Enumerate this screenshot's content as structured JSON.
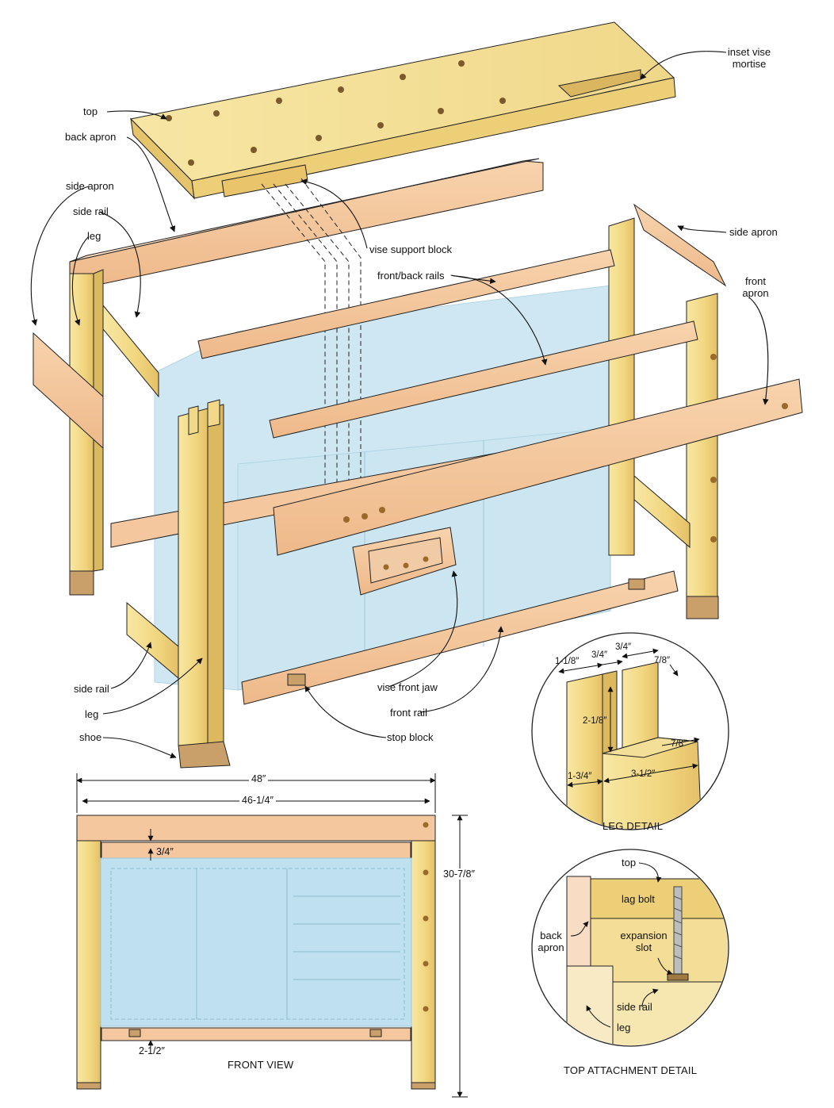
{
  "exploded_view": {
    "labels": {
      "top": "top",
      "back_apron": "back apron",
      "side_apron_left": "side apron",
      "side_rail_left": "side rail",
      "leg_left": "leg",
      "inset_vise_mortise": "inset vise\nmortise",
      "vise_support_block": "vise support block",
      "front_back_rails": "front/back rails",
      "side_apron_right": "side apron",
      "front_apron": "front\napron",
      "side_rail_bottom": "side rail",
      "leg_bottom": "leg",
      "shoe": "shoe",
      "vise_front_jaw": "vise front jaw",
      "front_rail": "front rail",
      "stop_block": "stop block"
    }
  },
  "front_view": {
    "caption": "FRONT VIEW",
    "dims": {
      "overall_width": "48″",
      "inner_width": "46-1/4″",
      "height": "30-7/8″",
      "top_gap": "3/4″",
      "bottom_gap": "2-1/2″"
    }
  },
  "leg_detail": {
    "caption": "LEG DETAIL",
    "dims": {
      "a": "1-1/8″",
      "b": "3/4″",
      "c": "3/4″",
      "d": "7/8″",
      "e": "2-1/8″",
      "f": "7/8″",
      "g": "1-3/4″",
      "h": "3-1/2″"
    }
  },
  "top_attachment_detail": {
    "caption": "TOP ATTACHMENT DETAIL",
    "labels": {
      "top": "top",
      "lag_bolt": "lag bolt",
      "back_apron": "back\napron",
      "expansion_slot": "expansion\nslot",
      "side_rail": "side rail",
      "leg": "leg"
    }
  },
  "colors": {
    "wood_light": "#f6e39a",
    "wood_mid": "#eccf76",
    "wood_pink": "#f4c79f",
    "wood_pink_dark": "#e6ad80",
    "glass_blue": "#bfe0ee",
    "shoe": "#c9a06a",
    "line": "#1a1a1a"
  }
}
